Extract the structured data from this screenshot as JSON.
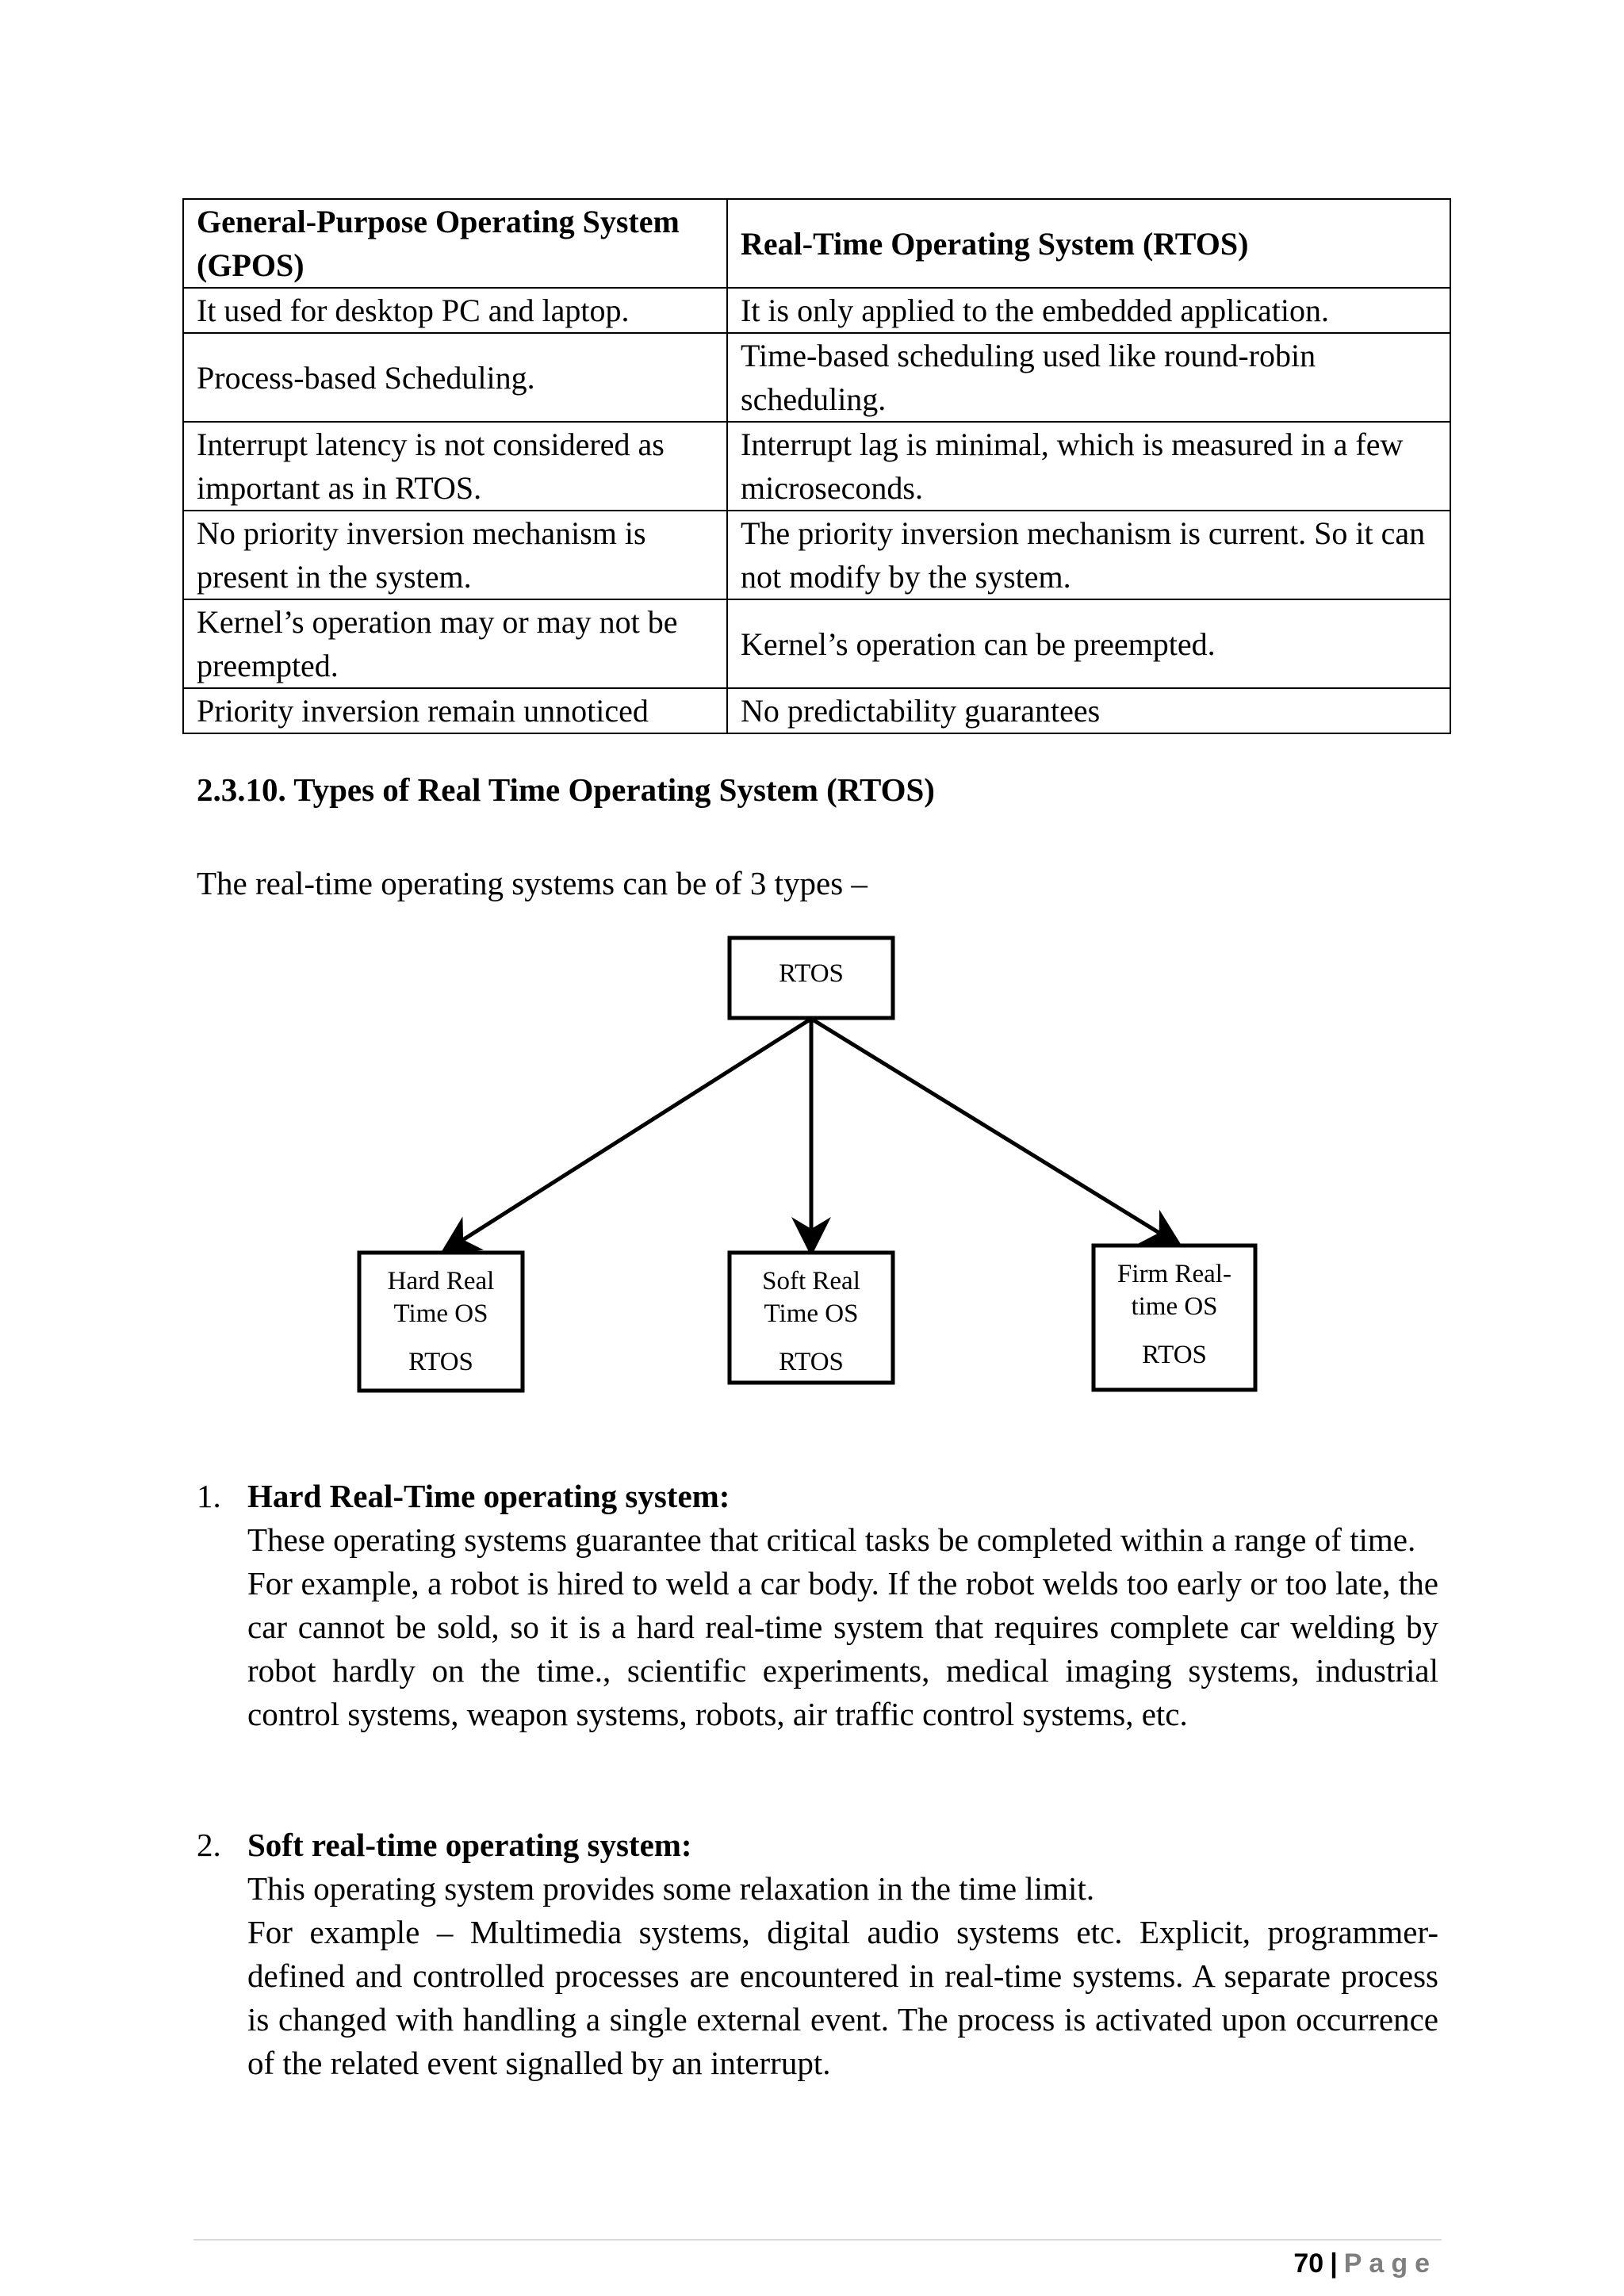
{
  "table": {
    "headers": [
      "General-Purpose Operating System (GPOS)",
      "Real-Time Operating System (RTOS)"
    ],
    "rows": [
      [
        "It used for desktop PC and laptop.",
        "It is only applied to the embedded application."
      ],
      [
        "Process-based Scheduling.",
        "Time-based scheduling used like round-robin scheduling."
      ],
      [
        "Interrupt latency is not considered as important as in RTOS.",
        "Interrupt lag is minimal, which is measured in a few microseconds."
      ],
      [
        "No priority inversion mechanism is present in the system.",
        "The priority inversion mechanism is current. So it can not modify by the system."
      ],
      [
        "Kernel’s operation may or may not be preempted.",
        "Kernel’s operation can be preempted."
      ],
      [
        "Priority inversion remain unnoticed",
        "No predictability guarantees"
      ]
    ]
  },
  "heading": "2.3.10. Types of Real Time Operating System (RTOS)",
  "intro": "The real-time operating systems can be of 3 types –",
  "diagram": {
    "root": "RTOS",
    "children": [
      {
        "line1": "Hard Real",
        "line2": "Time OS",
        "line3": "RTOS"
      },
      {
        "line1": "Soft Real",
        "line2": "Time OS",
        "line3": "RTOS"
      },
      {
        "line1": "Firm Real-",
        "line2": "time OS",
        "line3": "RTOS"
      }
    ]
  },
  "sections": [
    {
      "number": "1.",
      "title": "Hard Real-Time operating system:",
      "paragraphs": [
        "These operating systems guarantee that critical tasks be completed within a range of time.",
        "For example, a robot is hired to weld a car body. If the robot welds too early or too late, the car cannot be sold, so it is a hard real-time system that requires complete car welding by robot hardly on the time., scientific experiments, medical imaging systems, industrial control systems, weapon systems, robots, air traffic control systems, etc."
      ]
    },
    {
      "number": "2.",
      "title": "Soft real-time operating system:",
      "paragraphs": [
        "This operating system provides some relaxation in the time limit.",
        "For example – Multimedia systems, digital audio systems etc. Explicit, programmer-defined and controlled processes are encountered in real-time systems. A separate process is changed with handling a single external event. The process is activated upon occurrence of the related event signalled by an interrupt."
      ]
    }
  ],
  "footer": {
    "page_number": "70",
    "separator": "|",
    "page_word": "Page"
  }
}
